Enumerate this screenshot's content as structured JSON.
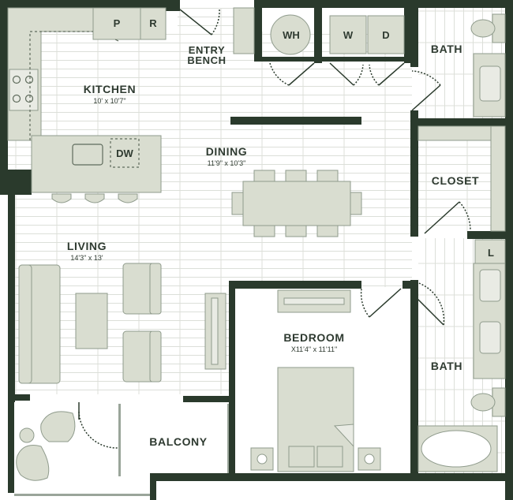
{
  "colors": {
    "wall": "#2a3a2c",
    "furniture_fill": "#d9ddd0",
    "furniture_stroke": "#8f9b8c",
    "floor_line": "#d9ddd6",
    "text": "#2e3a30"
  },
  "rooms": {
    "kitchen": {
      "name": "KITCHEN",
      "dims": "10' x 10'7\""
    },
    "dining": {
      "name": "DINING",
      "dims": "11'9\" x 10'3\""
    },
    "living": {
      "name": "LIVING",
      "dims": "14'3\" x 13'"
    },
    "bedroom": {
      "name": "BEDROOM",
      "dims": "X11'4\" x 11'11\""
    },
    "entry_bench": {
      "line1": "ENTRY",
      "line2": "BENCH"
    },
    "closet": {
      "name": "CLOSET"
    },
    "bath_top": {
      "name": "BATH"
    },
    "bath_bottom": {
      "name": "BATH"
    },
    "balcony": {
      "name": "BALCONY"
    }
  },
  "appliances": {
    "pantry": "P",
    "refrigerator": "R",
    "water_heater": "WH",
    "washer": "W",
    "dryer": "D",
    "dishwasher": "DW",
    "linen": "L"
  }
}
